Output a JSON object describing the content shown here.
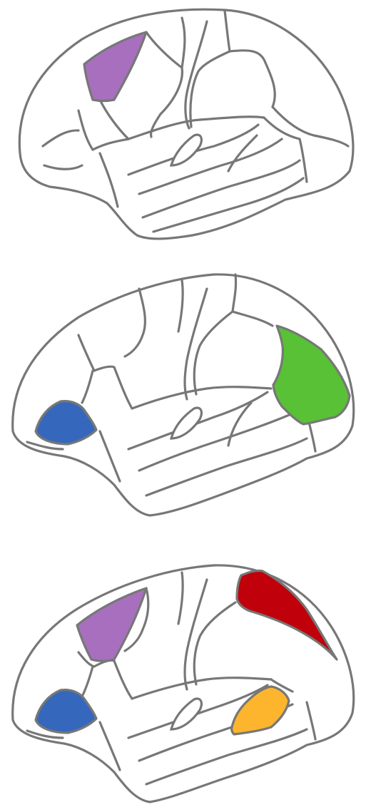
{
  "panels": [
    {
      "id": "panel-1",
      "highlighted_regions": [
        {
          "region": "superior-frontal-region",
          "color": "#A86FBE"
        }
      ]
    },
    {
      "id": "panel-2",
      "highlighted_regions": [
        {
          "region": "inferior-frontal-region",
          "color": "#3568BC"
        },
        {
          "region": "supramarginal-region",
          "color": "#58C136"
        }
      ]
    },
    {
      "id": "panel-3",
      "highlighted_regions": [
        {
          "region": "superior-frontal-region",
          "color": "#A86FBE"
        },
        {
          "region": "inferior-frontal-region",
          "color": "#3568BC"
        },
        {
          "region": "superior-parietal-region",
          "color": "#C0000A"
        },
        {
          "region": "superior-temporal-region",
          "color": "#FDB52E"
        }
      ]
    }
  ],
  "colors": {
    "outline": "#777777",
    "background": "#ffffff"
  }
}
